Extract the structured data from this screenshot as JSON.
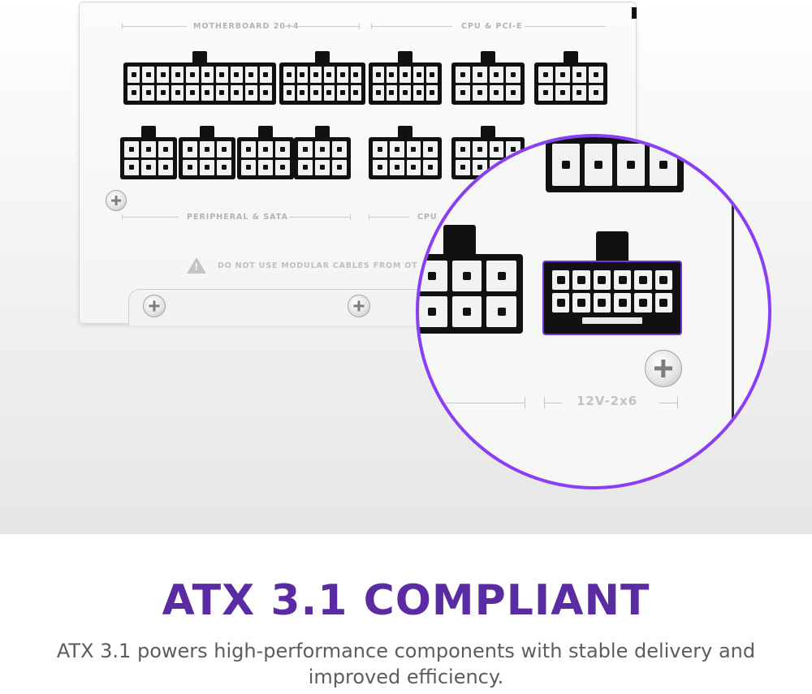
{
  "panel_labels": {
    "motherboard": "MOTHERBOARD 20+4",
    "cpu_pcie_top": "CPU & PCI-E",
    "peripheral_sata": "PERIPHERAL & SATA",
    "cpu_pcie_bottom": "CPU",
    "warning": "DO NOT USE MODULAR CABLES FROM OT"
  },
  "magnifier_label": "12V-2x6",
  "headline": "ATX 3.1 COMPLIANT",
  "description": "ATX 3.1 powers high-performance components with stable delivery and improved efficiency.",
  "colors": {
    "accent": "#8b3ff2",
    "headline": "#5a2ba3",
    "body_text": "#5d5d5d",
    "connector": "#111111"
  },
  "icons": [
    "warning-icon",
    "screw-icon"
  ]
}
